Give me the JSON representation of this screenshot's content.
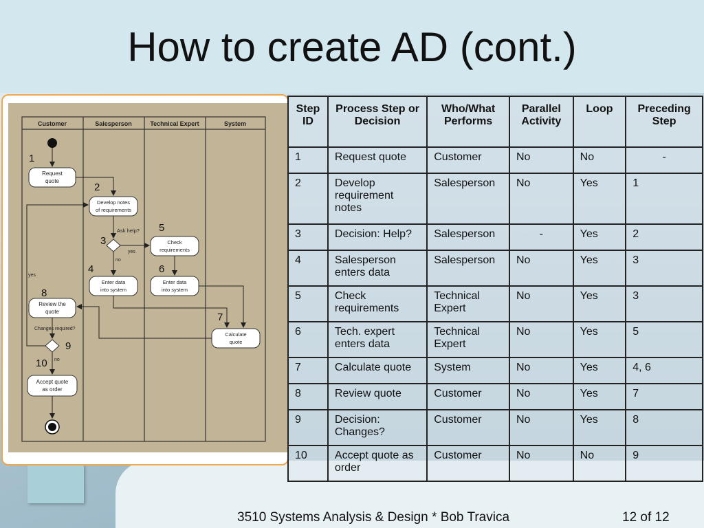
{
  "slide": {
    "title": "How to create AD (cont.)",
    "footer": "3510 Systems Analysis & Design * Bob Travica",
    "page": "12 of 12"
  },
  "diagram": {
    "lanes": [
      "Customer",
      "Salesperson",
      "Technical Expert",
      "System"
    ],
    "nodes": {
      "request_quote": [
        "Request",
        "quote"
      ],
      "develop_notes": [
        "Develop notes",
        "of requirements"
      ],
      "check_requirements": [
        "Check",
        "requirements"
      ],
      "enter_data_sales": [
        "Enter data",
        "into system"
      ],
      "enter_data_tech": [
        "Enter data",
        "into system"
      ],
      "review_quote": [
        "Review the",
        "quote"
      ],
      "calculate_quote": [
        "Calculate",
        "quote"
      ],
      "accept_quote": [
        "Accept quote",
        "as order"
      ]
    },
    "labels": {
      "ask_help": "Ask help?",
      "yes_help": "yes",
      "no_help": "no",
      "yes_loop": "yes",
      "changes_required": "Changes required?",
      "no_changes": "no"
    },
    "step_numbers": [
      "1",
      "2",
      "3",
      "4",
      "5",
      "6",
      "7",
      "8",
      "9",
      "10"
    ]
  },
  "table": {
    "headers": [
      "Step ID",
      "Process Step or Decision",
      "Who/What Performs",
      "Parallel Activity",
      "Loop",
      "Preceding Step"
    ],
    "rows": [
      [
        "1",
        "Request quote",
        "Customer",
        "No",
        "No",
        "-"
      ],
      [
        "2",
        "Develop requirement notes",
        "Salesperson",
        "No",
        "Yes",
        "1"
      ],
      [
        "3",
        "Decision: Help?",
        "Salesperson",
        "-",
        "Yes",
        "2"
      ],
      [
        "4",
        "Salesperson enters data",
        "Salesperson",
        "No",
        "Yes",
        "3"
      ],
      [
        "5",
        "Check requirements",
        "Technical Expert",
        "No",
        "Yes",
        "3"
      ],
      [
        "6",
        "Tech. expert enters data",
        "Technical Expert",
        "No",
        "Yes",
        "5"
      ],
      [
        "7",
        "Calculate quote",
        "System",
        "No",
        "Yes",
        "4, 6"
      ],
      [
        "8",
        "Review quote",
        "Customer",
        "No",
        "Yes",
        "7"
      ],
      [
        "9",
        "Decision: Changes?",
        "Customer",
        "No",
        "Yes",
        "8"
      ],
      [
        "10",
        "Accept quote as order",
        "Customer",
        "No",
        "No",
        "9"
      ]
    ]
  }
}
